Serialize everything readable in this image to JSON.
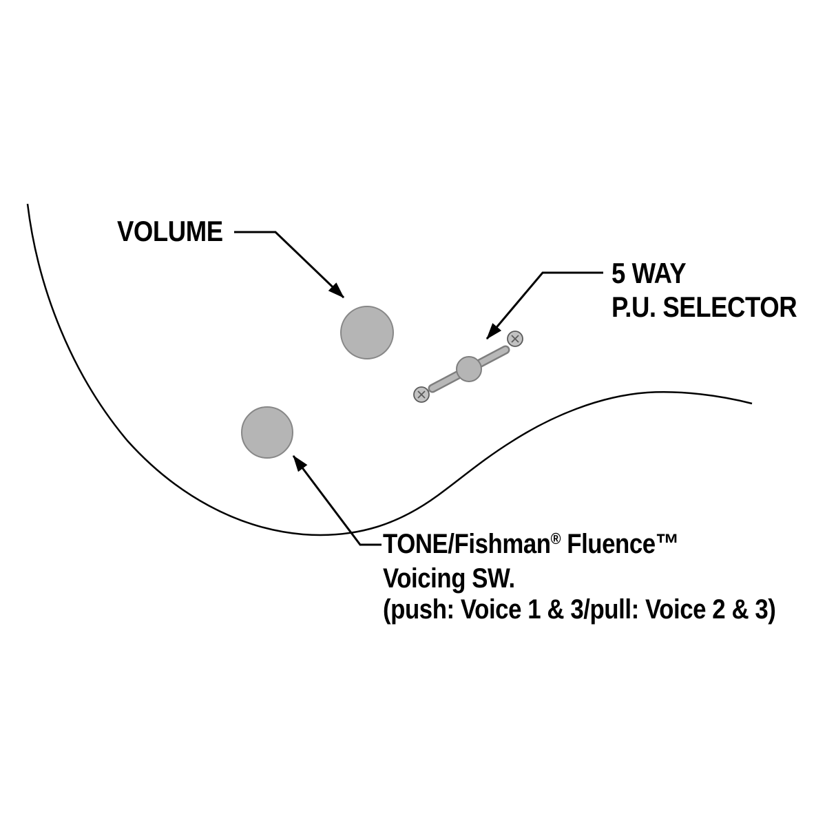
{
  "diagram": {
    "labels": {
      "volume": "VOLUME",
      "selector_line1": "5 WAY",
      "selector_line2": "P.U. SELECTOR",
      "tone_line1_part1": "TONE/Fishman",
      "tone_line1_reg": "®",
      "tone_line1_part2": " Fluence",
      "tone_line1_tm": "™",
      "tone_line2": "Voicing SW.",
      "tone_line3": "(push: Voice 1 & 3/pull: Voice 2 & 3)"
    },
    "colors": {
      "background": "#ffffff",
      "line": "#000000",
      "knob_fill": "#b5b5b5",
      "knob_stroke": "#878787",
      "lever_fill": "#b8b8b8",
      "lever_outline": "#7e7e7e",
      "screw_fill": "#c2c2c2",
      "screw_stroke": "#5a5a5a"
    }
  }
}
